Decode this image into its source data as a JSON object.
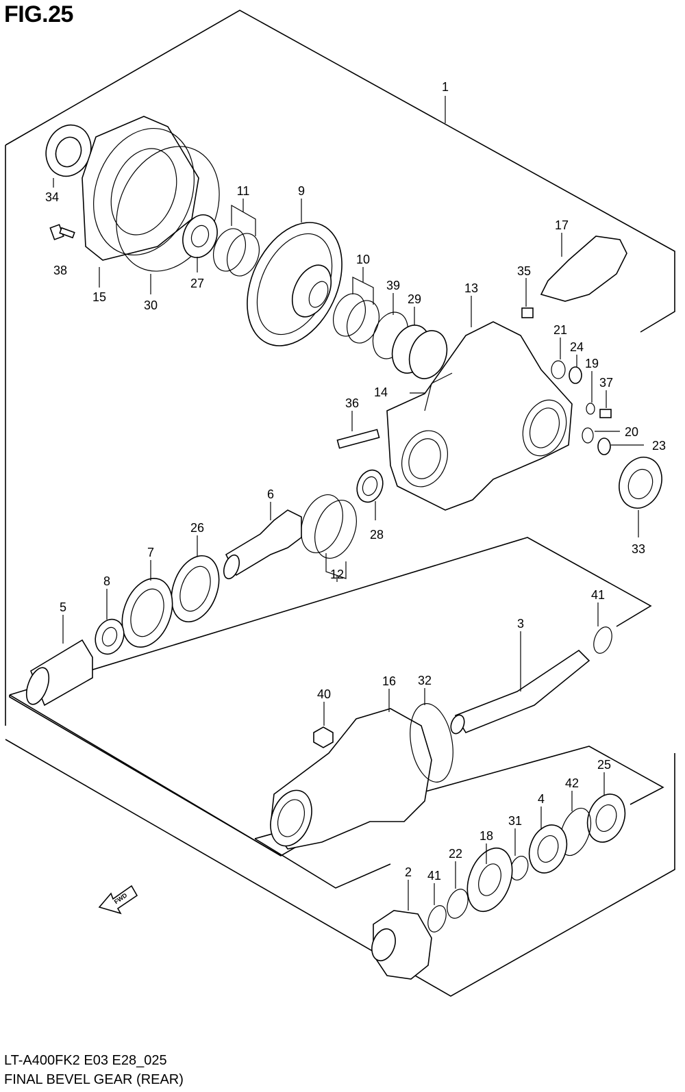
{
  "figure": {
    "title": "FIG.25",
    "model_code": "LT-A400FK2 E03 E28_025",
    "caption": "FINAL BEVEL GEAR (REAR)",
    "direction_arrow": "FWD"
  },
  "parts": [
    {
      "id": "1"
    },
    {
      "id": "2"
    },
    {
      "id": "3"
    },
    {
      "id": "4"
    },
    {
      "id": "5"
    },
    {
      "id": "6"
    },
    {
      "id": "7"
    },
    {
      "id": "8"
    },
    {
      "id": "9"
    },
    {
      "id": "10"
    },
    {
      "id": "11"
    },
    {
      "id": "12"
    },
    {
      "id": "13"
    },
    {
      "id": "14"
    },
    {
      "id": "15"
    },
    {
      "id": "16"
    },
    {
      "id": "17"
    },
    {
      "id": "18"
    },
    {
      "id": "19"
    },
    {
      "id": "20"
    },
    {
      "id": "21"
    },
    {
      "id": "22"
    },
    {
      "id": "23"
    },
    {
      "id": "24"
    },
    {
      "id": "25"
    },
    {
      "id": "26"
    },
    {
      "id": "27"
    },
    {
      "id": "28"
    },
    {
      "id": "29"
    },
    {
      "id": "30"
    },
    {
      "id": "31"
    },
    {
      "id": "32"
    },
    {
      "id": "33"
    },
    {
      "id": "34"
    },
    {
      "id": "35"
    },
    {
      "id": "36"
    },
    {
      "id": "37"
    },
    {
      "id": "38"
    },
    {
      "id": "39"
    },
    {
      "id": "40"
    },
    {
      "id": "41"
    },
    {
      "id": "41"
    },
    {
      "id": "42"
    }
  ]
}
